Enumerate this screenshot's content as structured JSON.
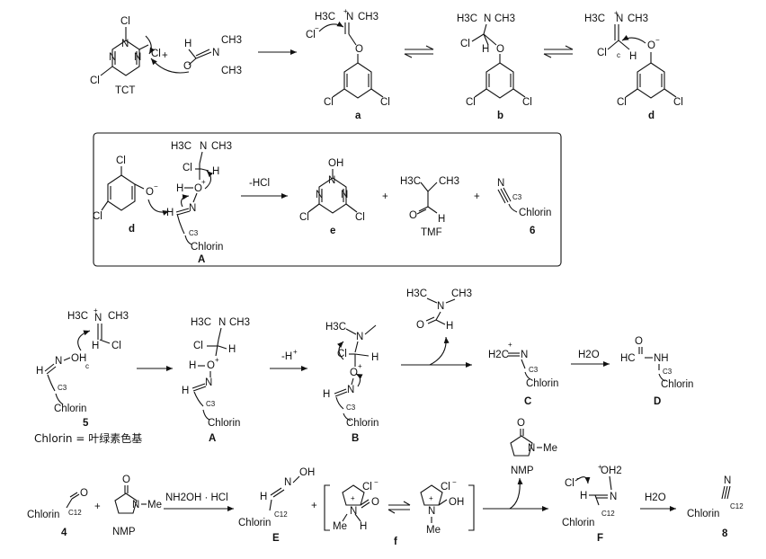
{
  "labels": {
    "tct": "TCT",
    "a": "a",
    "b": "b",
    "d": "d",
    "d2": "d",
    "e": "e",
    "six": "6",
    "A": "A",
    "A2": "A",
    "B": "B",
    "C": "C",
    "D": "D",
    "five": "5",
    "four": "4",
    "E": "E",
    "f": "f",
    "F": "F",
    "eight": "8",
    "tmf": "TMF",
    "nmp": "NMP",
    "nmp2": "NMP"
  },
  "conditions": {
    "minus_hcl": "-HCl",
    "minus_h": "-H",
    "plus_sup": "+",
    "h2o_1": "H2O",
    "h2o_2": "H2O",
    "nh2oh": "NH2OH · HCl"
  },
  "legend": {
    "chlorin_def": "Chlorin = 叶绿素色基"
  },
  "atoms": {
    "cl": "Cl",
    "n": "N",
    "o": "O",
    "h": "H",
    "c": "C",
    "ch3": "CH3",
    "h3c": "H3C",
    "me": "Me",
    "oh": "OH",
    "c3": "C3",
    "c12": "C12",
    "chlorin": "Chlorin",
    "plus": "+",
    "minus": "−",
    "nh": "NH",
    "hc": "HC",
    "h2c": "H2C",
    "oh2": "OH2",
    "c_label": "c"
  }
}
